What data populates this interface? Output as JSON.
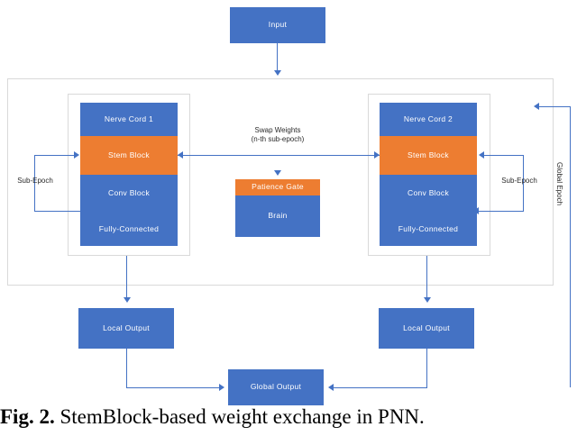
{
  "figure": {
    "caption_label": "Fig. 2.",
    "caption_text": "StemBlock-based weight exchange in PNN.",
    "colors": {
      "blue": "#4472C4",
      "orange": "#ED7D31",
      "frame_border": "#D9D9D9",
      "connector": "#4472C4",
      "background": "#FFFFFF"
    }
  },
  "nodes": {
    "input": "Input",
    "left_column": {
      "title": "Nerve Cord 1",
      "stem_block": "Stem Block",
      "conv_block": "Conv Block",
      "fully_connected": "Fully-Connected"
    },
    "right_column": {
      "title": "Nerve Cord 2",
      "stem_block": "Stem Block",
      "conv_block": "Conv Block",
      "fully_connected": "Fully-Connected"
    },
    "center": {
      "patience_gate": "Patience Gate",
      "brain": "Brain"
    },
    "local_output_left": "Local Output",
    "local_output_right": "Local Output",
    "global_output": "Global Output"
  },
  "labels": {
    "swap_weights": "Swap Weights\n(n-th sub-epoch)",
    "sub_epoch_left": "Sub-Epoch",
    "sub_epoch_right": "Sub-Epoch",
    "global_epoch": "Global Epoch"
  }
}
